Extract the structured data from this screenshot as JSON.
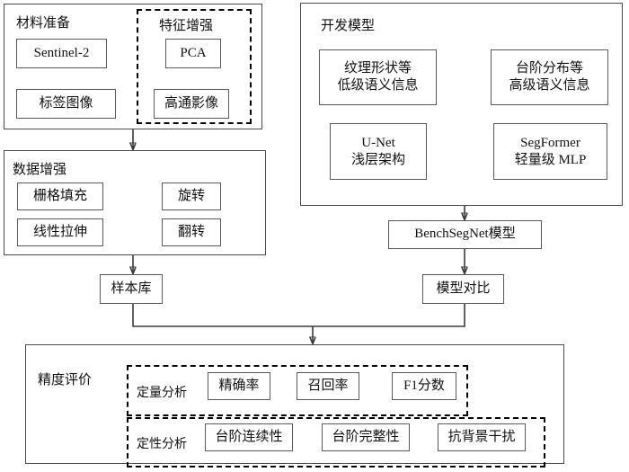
{
  "diagram": {
    "title_semantics": "bench-segmentation-research-workflow",
    "ink_color": "#3a3a3a",
    "node_border_color": "#5a5a5a",
    "dashed_color": "#000000"
  },
  "material_prep": {
    "panel_label": "材料准备",
    "nodes": {
      "sentinel": "Sentinel-2",
      "label_image": "标签图像"
    }
  },
  "feature_enhance": {
    "panel_label": "特征增强",
    "nodes": {
      "pca": "PCA",
      "highpass": "高通影像"
    }
  },
  "data_augment": {
    "panel_label": "数据增强",
    "nodes": {
      "grid_fill": "栅格填充",
      "rotate": "旋转",
      "linear_stretch": "线性拉伸",
      "flip": "翻转"
    }
  },
  "model_dev": {
    "panel_label": "开发模型",
    "nodes": {
      "low_level": "纹理形状等\n低级语义信息",
      "low_level_line1": "纹理形状等",
      "low_level_line2": "低级语义信息",
      "high_level_line1": "台阶分布等",
      "high_level_line2": "高级语义信息",
      "unet_line1": "U-Net",
      "unet_line2": "浅层架构",
      "segformer_line1": "SegFormer",
      "segformer_line2": "轻量级 MLP"
    }
  },
  "pipeline": {
    "sample_library": "样本库",
    "benchsegnet": "BenchSegNet模型",
    "model_compare": "模型对比"
  },
  "accuracy_eval": {
    "panel_label": "精度评价",
    "quantitative": {
      "label": "定量分析",
      "metrics": [
        "精确率",
        "召回率",
        "F1分数"
      ]
    },
    "qualitative": {
      "label": "定性分析",
      "metrics": [
        "台阶连续性",
        "台阶完整性",
        "抗背景干扰"
      ]
    }
  }
}
